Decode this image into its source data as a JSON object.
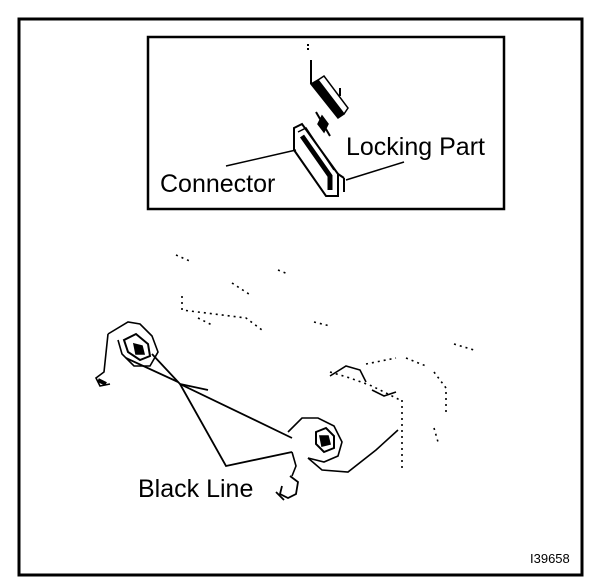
{
  "labels": {
    "connector": "Connector",
    "locking_part": "Locking Part",
    "black_line": "Black Line",
    "figure_code": "I39658"
  },
  "colors": {
    "ink": "#000000",
    "paper": "#ffffff"
  }
}
